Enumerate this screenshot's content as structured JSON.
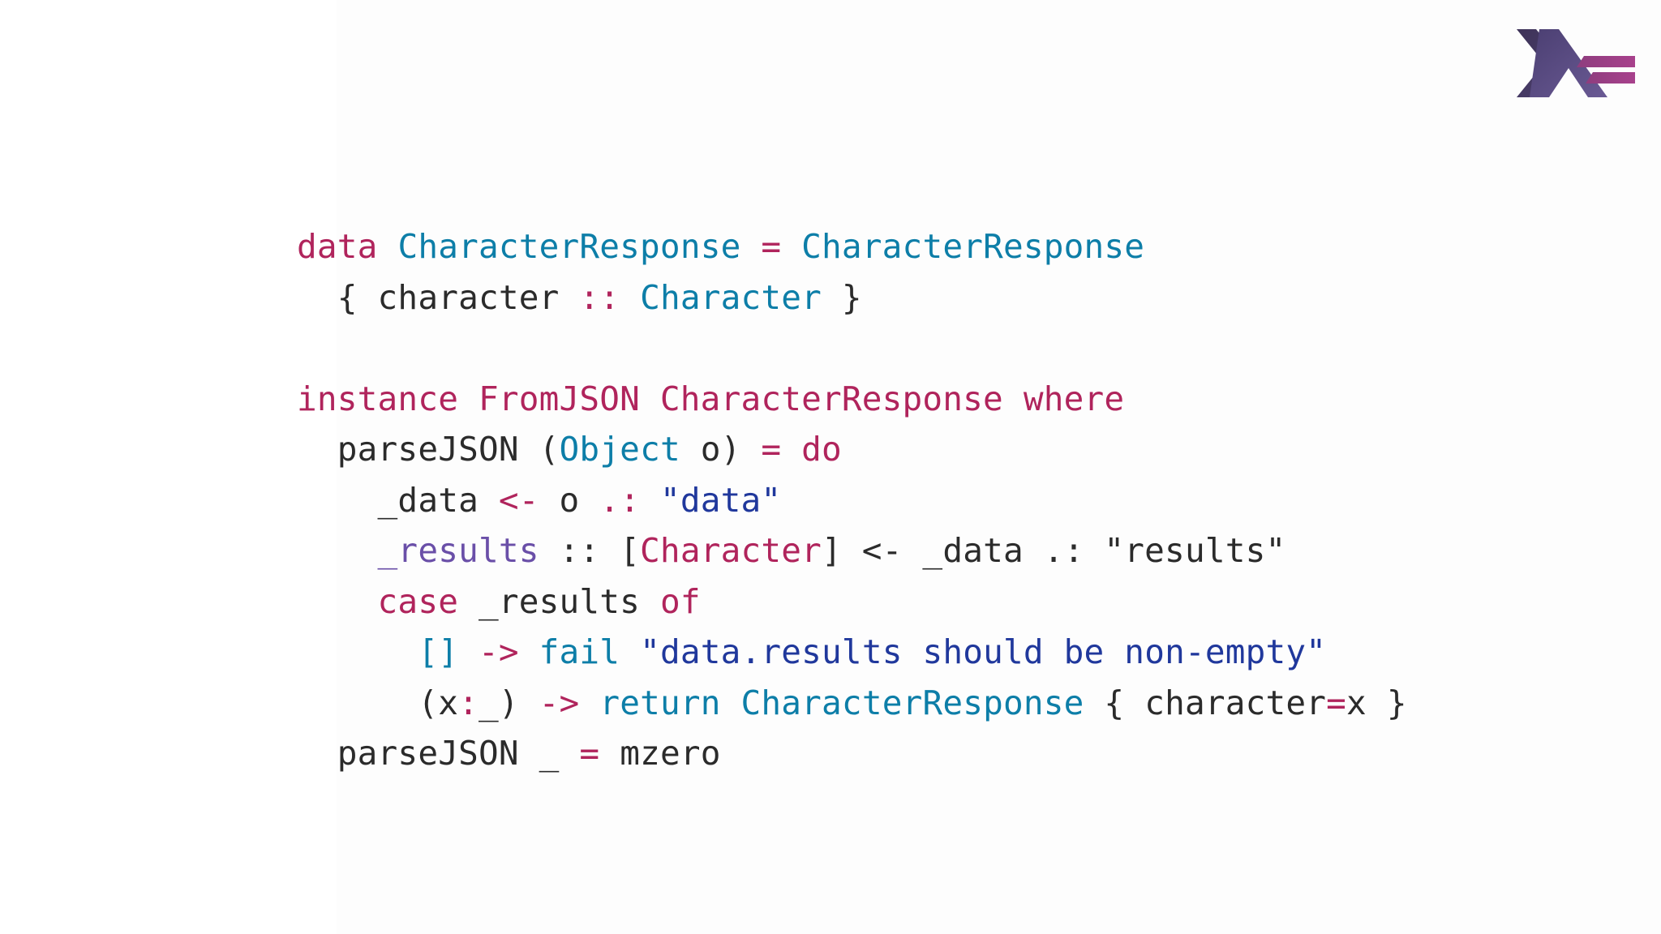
{
  "slide": {
    "background_color": "#ffffff",
    "panel_color": "#fdfdfd"
  },
  "logo": {
    "name": "haskell-logo",
    "alt_text": "Haskell",
    "gradient_start": "#453a62",
    "gradient_mid": "#5e5086",
    "gradient_end": "#8f4e8b",
    "accent": "#a8417f"
  },
  "palette": {
    "keyword": "#b0245c",
    "type": "#0d7ea8",
    "operator": "#b0245c",
    "string": "#20389c",
    "function": "#0d7ea8",
    "variable": "#2b2b2b",
    "variable_highlight": "#6a4fa8"
  },
  "code": {
    "language": "haskell",
    "full_text": "data CharacterResponse = CharacterResponse\n  { character :: Character }\n\ninstance FromJSON CharacterResponse where\n  parseJSON (Object o) = do\n    _data <- o .: \"data\"\n    _results :: [Character] <- _data .: \"results\"\n    case _results of\n      [] -> fail \"data.results should be non-empty\"\n      (x:_) -> return CharacterResponse { character=x }\n  parseJSON _ = mzero",
    "lines": [
      {
        "n": 1,
        "text": "data CharacterResponse = CharacterResponse",
        "tokens": [
          {
            "t": "data",
            "c": "kw"
          },
          {
            "t": " ",
            "c": "var"
          },
          {
            "t": "CharacterResponse",
            "c": "type"
          },
          {
            "t": " ",
            "c": "var"
          },
          {
            "t": "=",
            "c": "op"
          },
          {
            "t": " ",
            "c": "var"
          },
          {
            "t": "CharacterResponse",
            "c": "type"
          }
        ]
      },
      {
        "n": 2,
        "text": "  { character :: Character }",
        "tokens": [
          {
            "t": "  { ",
            "c": "punct"
          },
          {
            "t": "character",
            "c": "var"
          },
          {
            "t": " ",
            "c": "var"
          },
          {
            "t": "::",
            "c": "op"
          },
          {
            "t": " ",
            "c": "var"
          },
          {
            "t": "Character",
            "c": "type"
          },
          {
            "t": " }",
            "c": "punct"
          }
        ]
      },
      {
        "n": 3,
        "text": "",
        "tokens": []
      },
      {
        "n": 4,
        "text": "instance FromJSON CharacterResponse where",
        "tokens": [
          {
            "t": "instance FromJSON CharacterResponse where",
            "c": "kw"
          }
        ]
      },
      {
        "n": 5,
        "text": "  parseJSON (Object o) = do",
        "tokens": [
          {
            "t": "  ",
            "c": "var"
          },
          {
            "t": "parseJSON",
            "c": "var"
          },
          {
            "t": " (",
            "c": "punct"
          },
          {
            "t": "Object",
            "c": "type"
          },
          {
            "t": " o)",
            "c": "punct"
          },
          {
            "t": " ",
            "c": "var"
          },
          {
            "t": "=",
            "c": "op"
          },
          {
            "t": " ",
            "c": "var"
          },
          {
            "t": "do",
            "c": "kw"
          }
        ]
      },
      {
        "n": 6,
        "text": "    _data <- o .: \"data\"",
        "tokens": [
          {
            "t": "    ",
            "c": "var"
          },
          {
            "t": "_data",
            "c": "var"
          },
          {
            "t": " ",
            "c": "var"
          },
          {
            "t": "<-",
            "c": "op"
          },
          {
            "t": " o ",
            "c": "var"
          },
          {
            "t": ".:",
            "c": "op"
          },
          {
            "t": " ",
            "c": "var"
          },
          {
            "t": "\"data\"",
            "c": "str"
          }
        ]
      },
      {
        "n": 7,
        "text": "    _results :: [Character] <- _data .: \"results\"",
        "tokens": [
          {
            "t": "    ",
            "c": "var"
          },
          {
            "t": "_results",
            "c": "varhl"
          },
          {
            "t": " :: [",
            "c": "punct"
          },
          {
            "t": "Character",
            "c": "type2"
          },
          {
            "t": "] <- _data .: ",
            "c": "punct"
          },
          {
            "t": "\"results\"",
            "c": "punct"
          }
        ]
      },
      {
        "n": 8,
        "text": "    case _results of",
        "tokens": [
          {
            "t": "    ",
            "c": "var"
          },
          {
            "t": "case",
            "c": "kw"
          },
          {
            "t": " ",
            "c": "var"
          },
          {
            "t": "_results",
            "c": "var"
          },
          {
            "t": " ",
            "c": "var"
          },
          {
            "t": "of",
            "c": "kw"
          }
        ]
      },
      {
        "n": 9,
        "text": "      [] -> fail \"data.results should be non-empty\"",
        "tokens": [
          {
            "t": "      ",
            "c": "var"
          },
          {
            "t": "[]",
            "c": "brkt"
          },
          {
            "t": " ",
            "c": "var"
          },
          {
            "t": "->",
            "c": "op"
          },
          {
            "t": " ",
            "c": "var"
          },
          {
            "t": "fail",
            "c": "fn"
          },
          {
            "t": " ",
            "c": "var"
          },
          {
            "t": "\"data.results should be non-empty\"",
            "c": "str"
          }
        ]
      },
      {
        "n": 10,
        "text": "      (x:_) -> return CharacterResponse { character=x }",
        "tokens": [
          {
            "t": "      (x",
            "c": "punct"
          },
          {
            "t": ":",
            "c": "op"
          },
          {
            "t": "_)",
            "c": "punct"
          },
          {
            "t": " ",
            "c": "var"
          },
          {
            "t": "->",
            "c": "op"
          },
          {
            "t": " ",
            "c": "var"
          },
          {
            "t": "return",
            "c": "fn"
          },
          {
            "t": " ",
            "c": "var"
          },
          {
            "t": "CharacterResponse",
            "c": "type"
          },
          {
            "t": " { character",
            "c": "punct"
          },
          {
            "t": "=",
            "c": "op"
          },
          {
            "t": "x }",
            "c": "punct"
          }
        ]
      },
      {
        "n": 11,
        "text": "  parseJSON _ = mzero",
        "tokens": [
          {
            "t": "  ",
            "c": "var"
          },
          {
            "t": "parseJSON",
            "c": "var"
          },
          {
            "t": " _ ",
            "c": "var"
          },
          {
            "t": "=",
            "c": "op"
          },
          {
            "t": " ",
            "c": "var"
          },
          {
            "t": "mzero",
            "c": "var"
          }
        ]
      }
    ]
  }
}
